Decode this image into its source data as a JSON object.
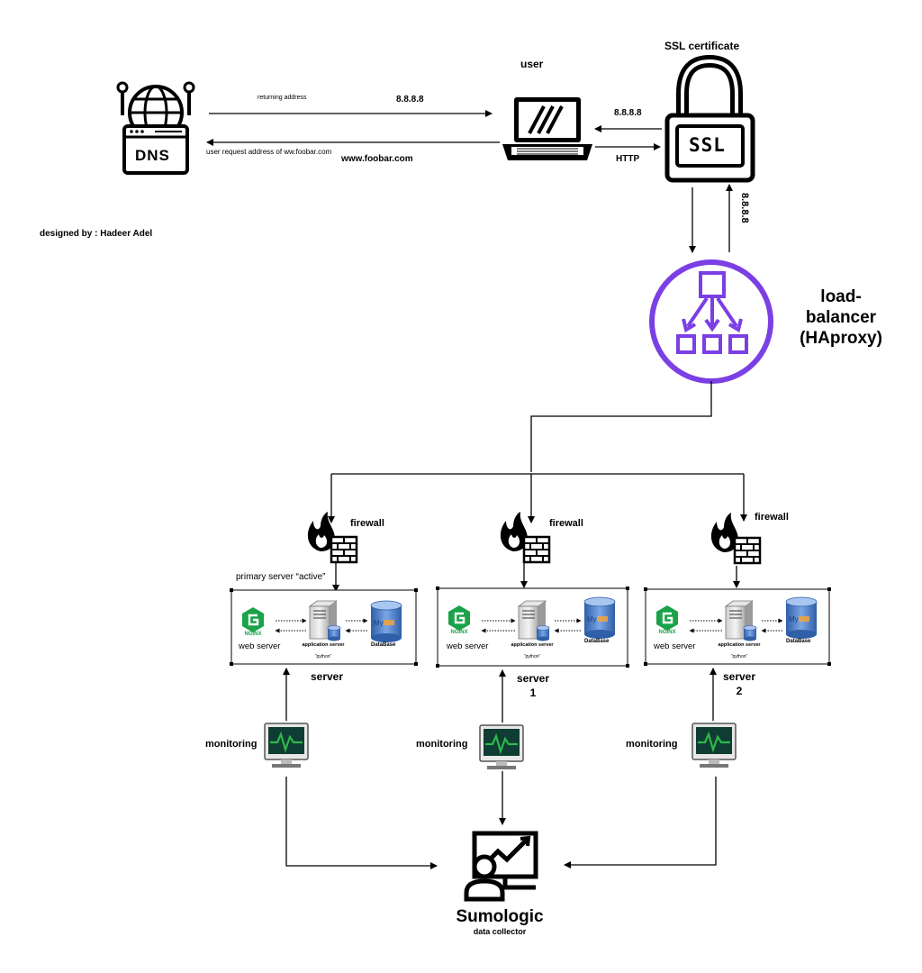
{
  "header": {
    "credit": "designed by : Hadeer Adel"
  },
  "dns": {
    "icon_label": "DNS",
    "returning_address_label": "returning address",
    "returning_ip": "8.8.8.8",
    "request_label": "user request address of ww.foobar.com",
    "request_domain": "www.foobar.com"
  },
  "user": {
    "label": "user"
  },
  "ssl": {
    "title": "SSL certificate",
    "badge": "SSL",
    "to_user_ip": "8.8.8.8",
    "protocol": "HTTP",
    "from_lb_ip": "8.8.8.8"
  },
  "load_balancer": {
    "label": "load-balancer (HAproxy)"
  },
  "servers": [
    {
      "firewall_label": "firewall",
      "status_label": "primary  server “active”",
      "web_server_label": "web server",
      "app_server_label": "application server",
      "app_server_lang": "“python”",
      "database_label": "DataBase",
      "nginx_text": "NGINX",
      "mysql_text": "My",
      "caption": "server",
      "caption_number": "",
      "monitoring_label": "monitoring"
    },
    {
      "firewall_label": "firewall",
      "status_label": "",
      "web_server_label": "web server",
      "app_server_label": "application server",
      "app_server_lang": "“python”",
      "database_label": "DataBase",
      "nginx_text": "NGINX",
      "mysql_text": "My",
      "caption": "server",
      "caption_number": "1",
      "monitoring_label": "monitoring"
    },
    {
      "firewall_label": "firewall",
      "status_label": "",
      "web_server_label": "web server",
      "app_server_label": "application server",
      "app_server_lang": "“python”",
      "database_label": "DataBase",
      "nginx_text": "NGINX",
      "mysql_text": "My",
      "caption": "server",
      "caption_number": "2",
      "monitoring_label": "monitoring"
    }
  ],
  "collector": {
    "name": "Sumologic",
    "subtitle": "data collector"
  },
  "colors": {
    "line": "#000000",
    "lb_purple": "#7b3fe4",
    "nginx_green": "#1ba24a",
    "monitor_green": "#2fb84a",
    "db_blue": "#4a7cc7"
  }
}
